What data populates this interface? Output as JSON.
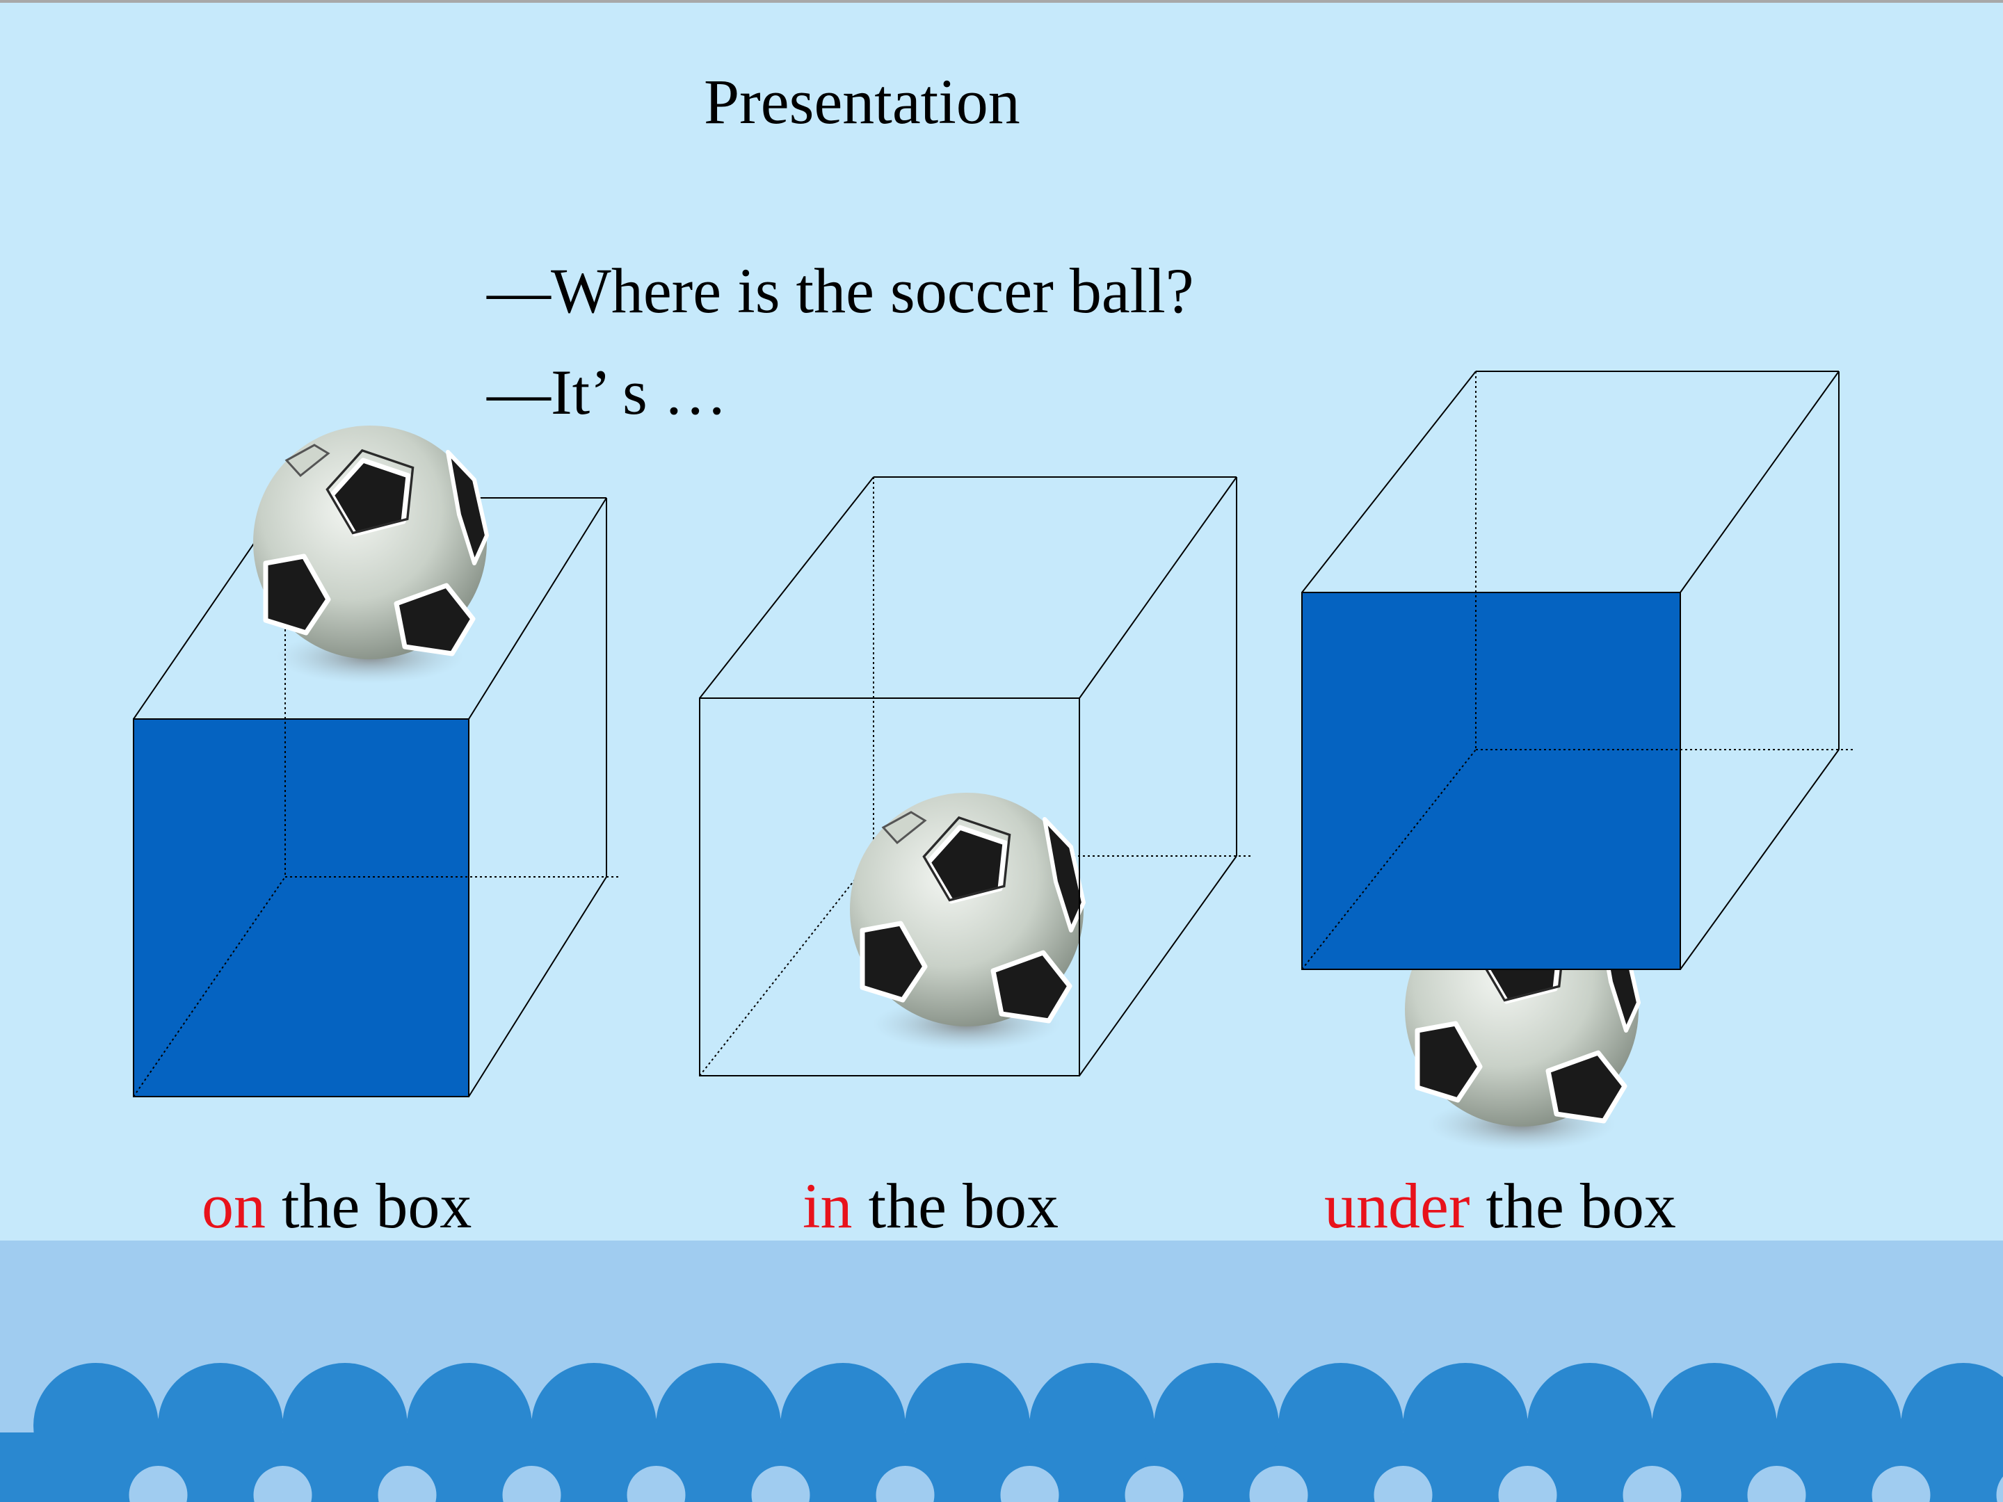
{
  "slide": {
    "title": "Presentation",
    "question": "—Where is the soccer ball?",
    "answer_start": "—It’  s …"
  },
  "captions": [
    {
      "preposition": "on",
      "rest": " the box"
    },
    {
      "preposition": "in",
      "rest": " the box"
    },
    {
      "preposition": "under",
      "rest": " the box"
    }
  ],
  "colors": {
    "background": "#c6e9fb",
    "box_face": "#0563c1",
    "highlight": "#e8121b",
    "band": "#a0ccf0",
    "scallop": "#2a88d0"
  }
}
